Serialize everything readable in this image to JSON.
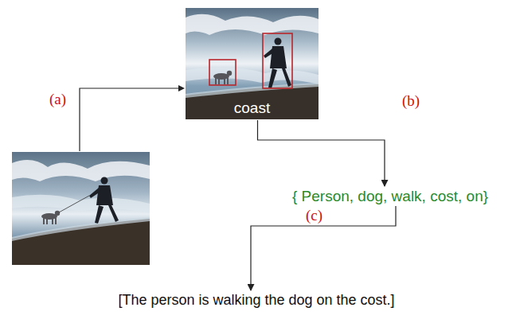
{
  "diagram": {
    "nodes": [
      {
        "text": [
          "coast"
        ]
      },
      {
        "text": [
          "{ Person, dog, walk, cost, on}"
        ]
      },
      {
        "text": [
          "[The person is walking the dog on the cost.]"
        ]
      }
    ],
    "edges": [
      {
        "from": 0,
        "to": 1,
        "arrow": "to",
        "label": "(b)"
      },
      {
        "from": 1,
        "to": 2,
        "arrow": "to",
        "label": "(c)"
      }
    ],
    "labels": [
      "(a)"
    ]
  }
}
